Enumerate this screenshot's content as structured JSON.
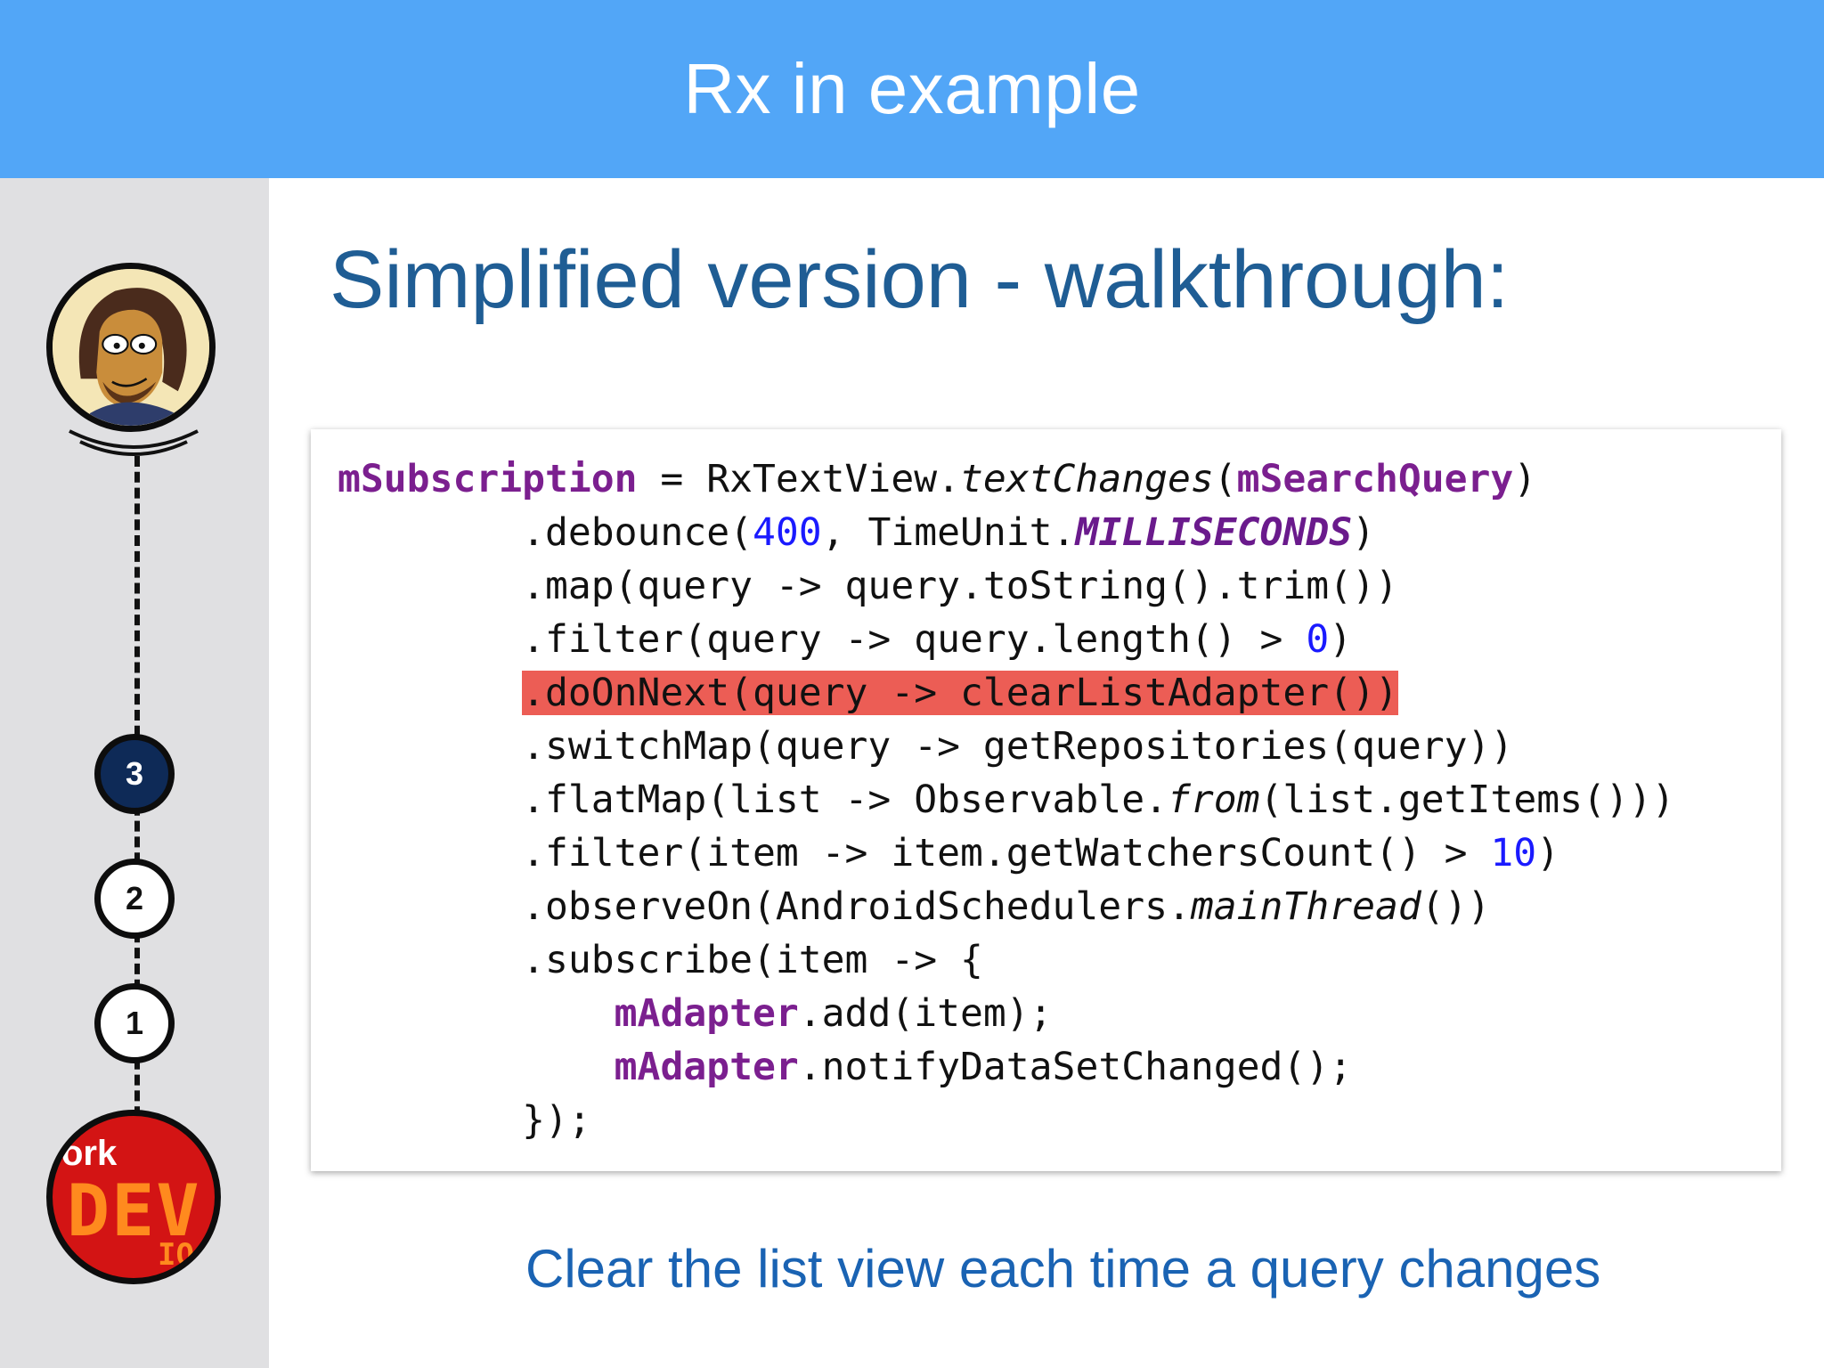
{
  "header": {
    "title": "Rx in example"
  },
  "sidebar": {
    "steps": [
      "3",
      "2",
      "1"
    ],
    "active_step": "3",
    "logo": {
      "top_text": "ork",
      "main_text": "DEV",
      "bottom_text": "IO"
    }
  },
  "slide": {
    "subtitle": "Simplified version - walkthrough:",
    "caption": "Clear the list view each time a query changes",
    "highlight_color": "#ec5d55",
    "header_color": "#52a6f7"
  },
  "code": {
    "lines": [
      "mSubscription = RxTextView.textChanges(mSearchQuery)",
      "        .debounce(400, TimeUnit.MILLISECONDS)",
      "        .map(query -> query.toString().trim())",
      "        .filter(query -> query.length() > 0)",
      "        .doOnNext(query -> clearListAdapter())",
      "        .switchMap(query -> getRepositories(query))",
      "        .flatMap(list -> Observable.from(list.getItems()))",
      "        .filter(item -> item.getWatchersCount() > 10)",
      "        .observeOn(AndroidSchedulers.mainThread())",
      "        .subscribe(item -> {",
      "            mAdapter.add(item);",
      "            mAdapter.notifyDataSetChanged();",
      "        });"
    ],
    "highlighted_line": 5
  }
}
